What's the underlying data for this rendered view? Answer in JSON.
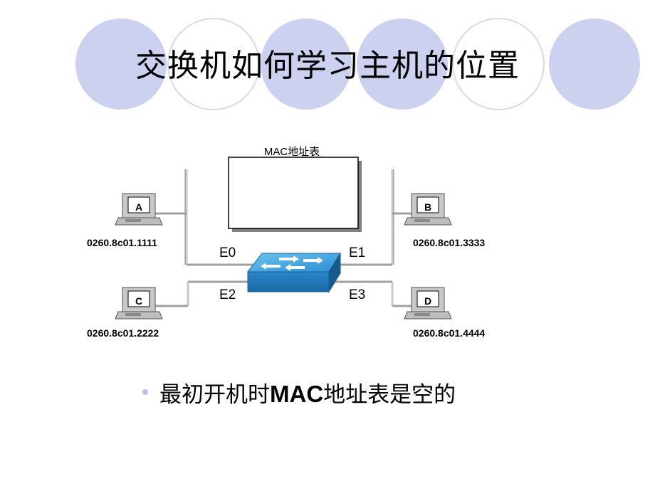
{
  "slide": {
    "title": "交换机如何学习主机的位置",
    "bullet_pre": "最初开机时",
    "bullet_bold": "MAC",
    "bullet_post": "地址表是空的",
    "accent_color": "#cdd1f0"
  },
  "diagram": {
    "table_label": "MAC地址表",
    "ports": [
      "E0",
      "E1",
      "E2",
      "E3"
    ],
    "hosts": [
      {
        "name": "A",
        "mac": "0260.8c01.1111"
      },
      {
        "name": "B",
        "mac": "0260.8c01.3333"
      },
      {
        "name": "C",
        "mac": "0260.8c01.2222"
      },
      {
        "name": "D",
        "mac": "0260.8c01.4444"
      }
    ],
    "switch_color": "#2a8fd0"
  }
}
